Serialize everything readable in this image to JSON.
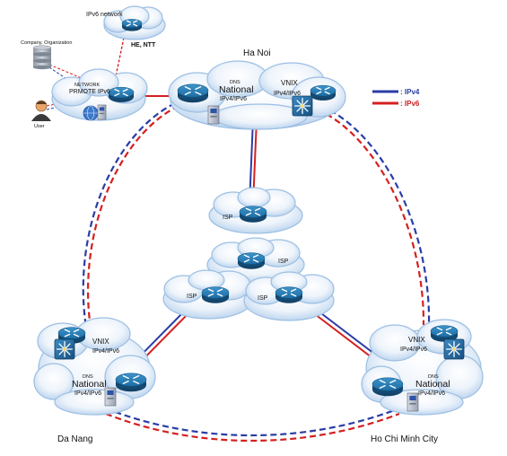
{
  "legend": {
    "ipv4_label": ": IPv4",
    "ipv6_label": ": IPv6",
    "ipv4_color": "#2a3da6",
    "ipv6_color": "#d42020"
  },
  "nodes": {
    "ipv6_network": {
      "label": "IPv6 network",
      "sublabel": "HE, NTT"
    },
    "company": {
      "label": "Company, Organization"
    },
    "user": {
      "label": "User"
    },
    "promote": {
      "label": "NETWORK",
      "sublabel": "PRMOTE IPv6"
    },
    "hanoi_dns": {
      "label": "DNS",
      "title": "National",
      "sublabel": "IPv4/IPv6"
    },
    "hanoi_vnix": {
      "label": "VNIX",
      "sublabel": "IPv4/IPv6"
    },
    "isp_top": {
      "label": "ISP"
    },
    "isp_mid": {
      "label": "ISP"
    },
    "isp_left": {
      "label": "ISP"
    },
    "isp_right": {
      "label": "ISP"
    },
    "danang_vnix": {
      "label": "VNIX",
      "sublabel": "IPv4/IPv6"
    },
    "danang_dns": {
      "label": "DNS",
      "title": "National",
      "sublabel": "IPv4/IPv6"
    },
    "hcm_vnix": {
      "label": "VNIX",
      "sublabel": "IPv4/IPv6"
    },
    "hcm_dns": {
      "label": "DNS",
      "title": "National",
      "sublabel": "IPv4/IPv6"
    }
  },
  "cities": {
    "hanoi": "Ha Noi",
    "danang": "Da Nang",
    "hcm": "Ho Chi Minh City"
  },
  "icons": {
    "router": "router-icon",
    "switch": "switch-icon",
    "server": "server-icon",
    "database": "database-icon",
    "user": "user-icon"
  }
}
